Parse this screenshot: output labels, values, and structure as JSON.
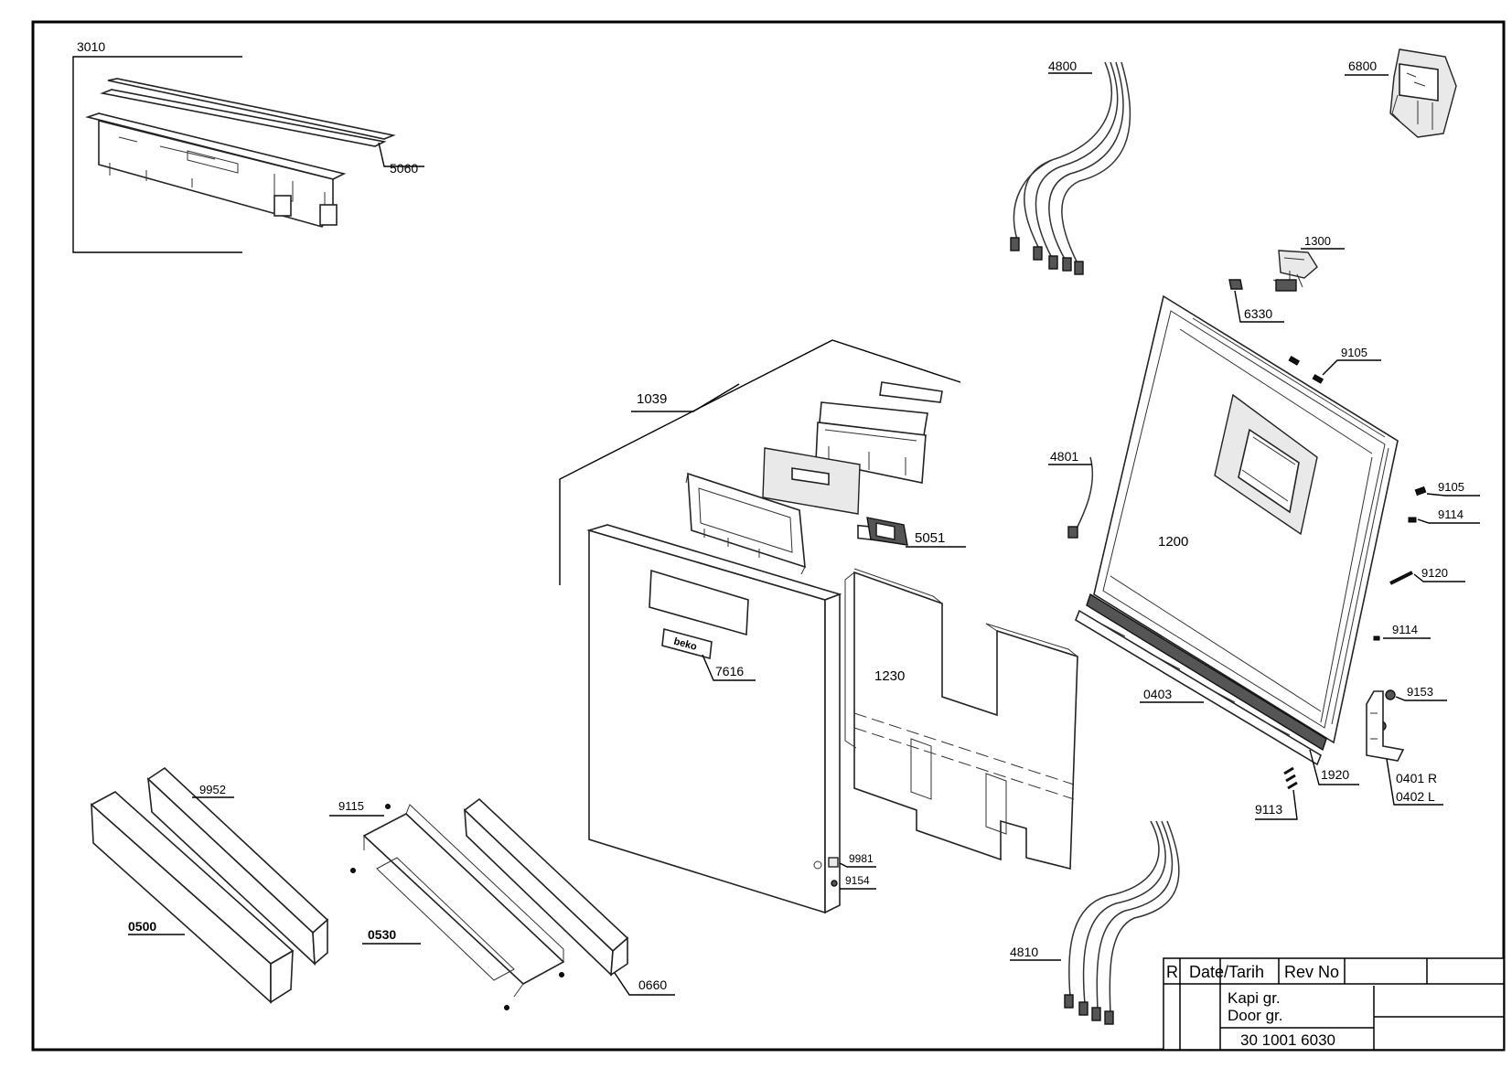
{
  "labels": {
    "p3010": "3010",
    "p5060": "5060",
    "p4800": "4800",
    "p6800": "6800",
    "p1300": "1300",
    "p6330": "6330",
    "p9105a": "9105",
    "p1039": "1039",
    "p4801": "4801",
    "p9105b": "9105",
    "p9114a": "9114",
    "p1200": "1200",
    "p5051": "5051",
    "p9120": "9120",
    "p9114b": "9114",
    "p1230": "1230",
    "p7616": "7616",
    "p0403": "0403",
    "p9153": "9153",
    "p1920": "1920",
    "p0401": "0401 R",
    "p0402": "0402 L",
    "p9113": "9113",
    "p9952": "9952",
    "p9115": "9115",
    "p9981": "9981",
    "p9154": "9154",
    "p0500": "0500",
    "p0530": "0530",
    "p0660": "0660",
    "p4810": "4810"
  },
  "logo_text": "beko",
  "title_block": {
    "r": "R",
    "date": "Date/Tarih",
    "rev": "Rev No",
    "name_tr": "Kapi gr.",
    "name_en": "Door gr.",
    "number": "30 1001 6030"
  }
}
